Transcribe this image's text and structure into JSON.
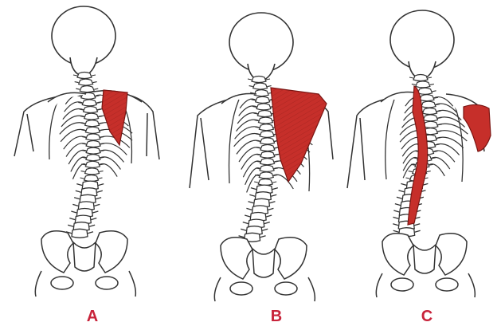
{
  "panels": [
    {
      "label": "A",
      "muscle_color": "#c62f2a"
    },
    {
      "label": "B",
      "muscle_color": "#c62f2a"
    },
    {
      "label": "C",
      "muscle_color": "#c62f2a"
    }
  ],
  "line_color": "#333333"
}
